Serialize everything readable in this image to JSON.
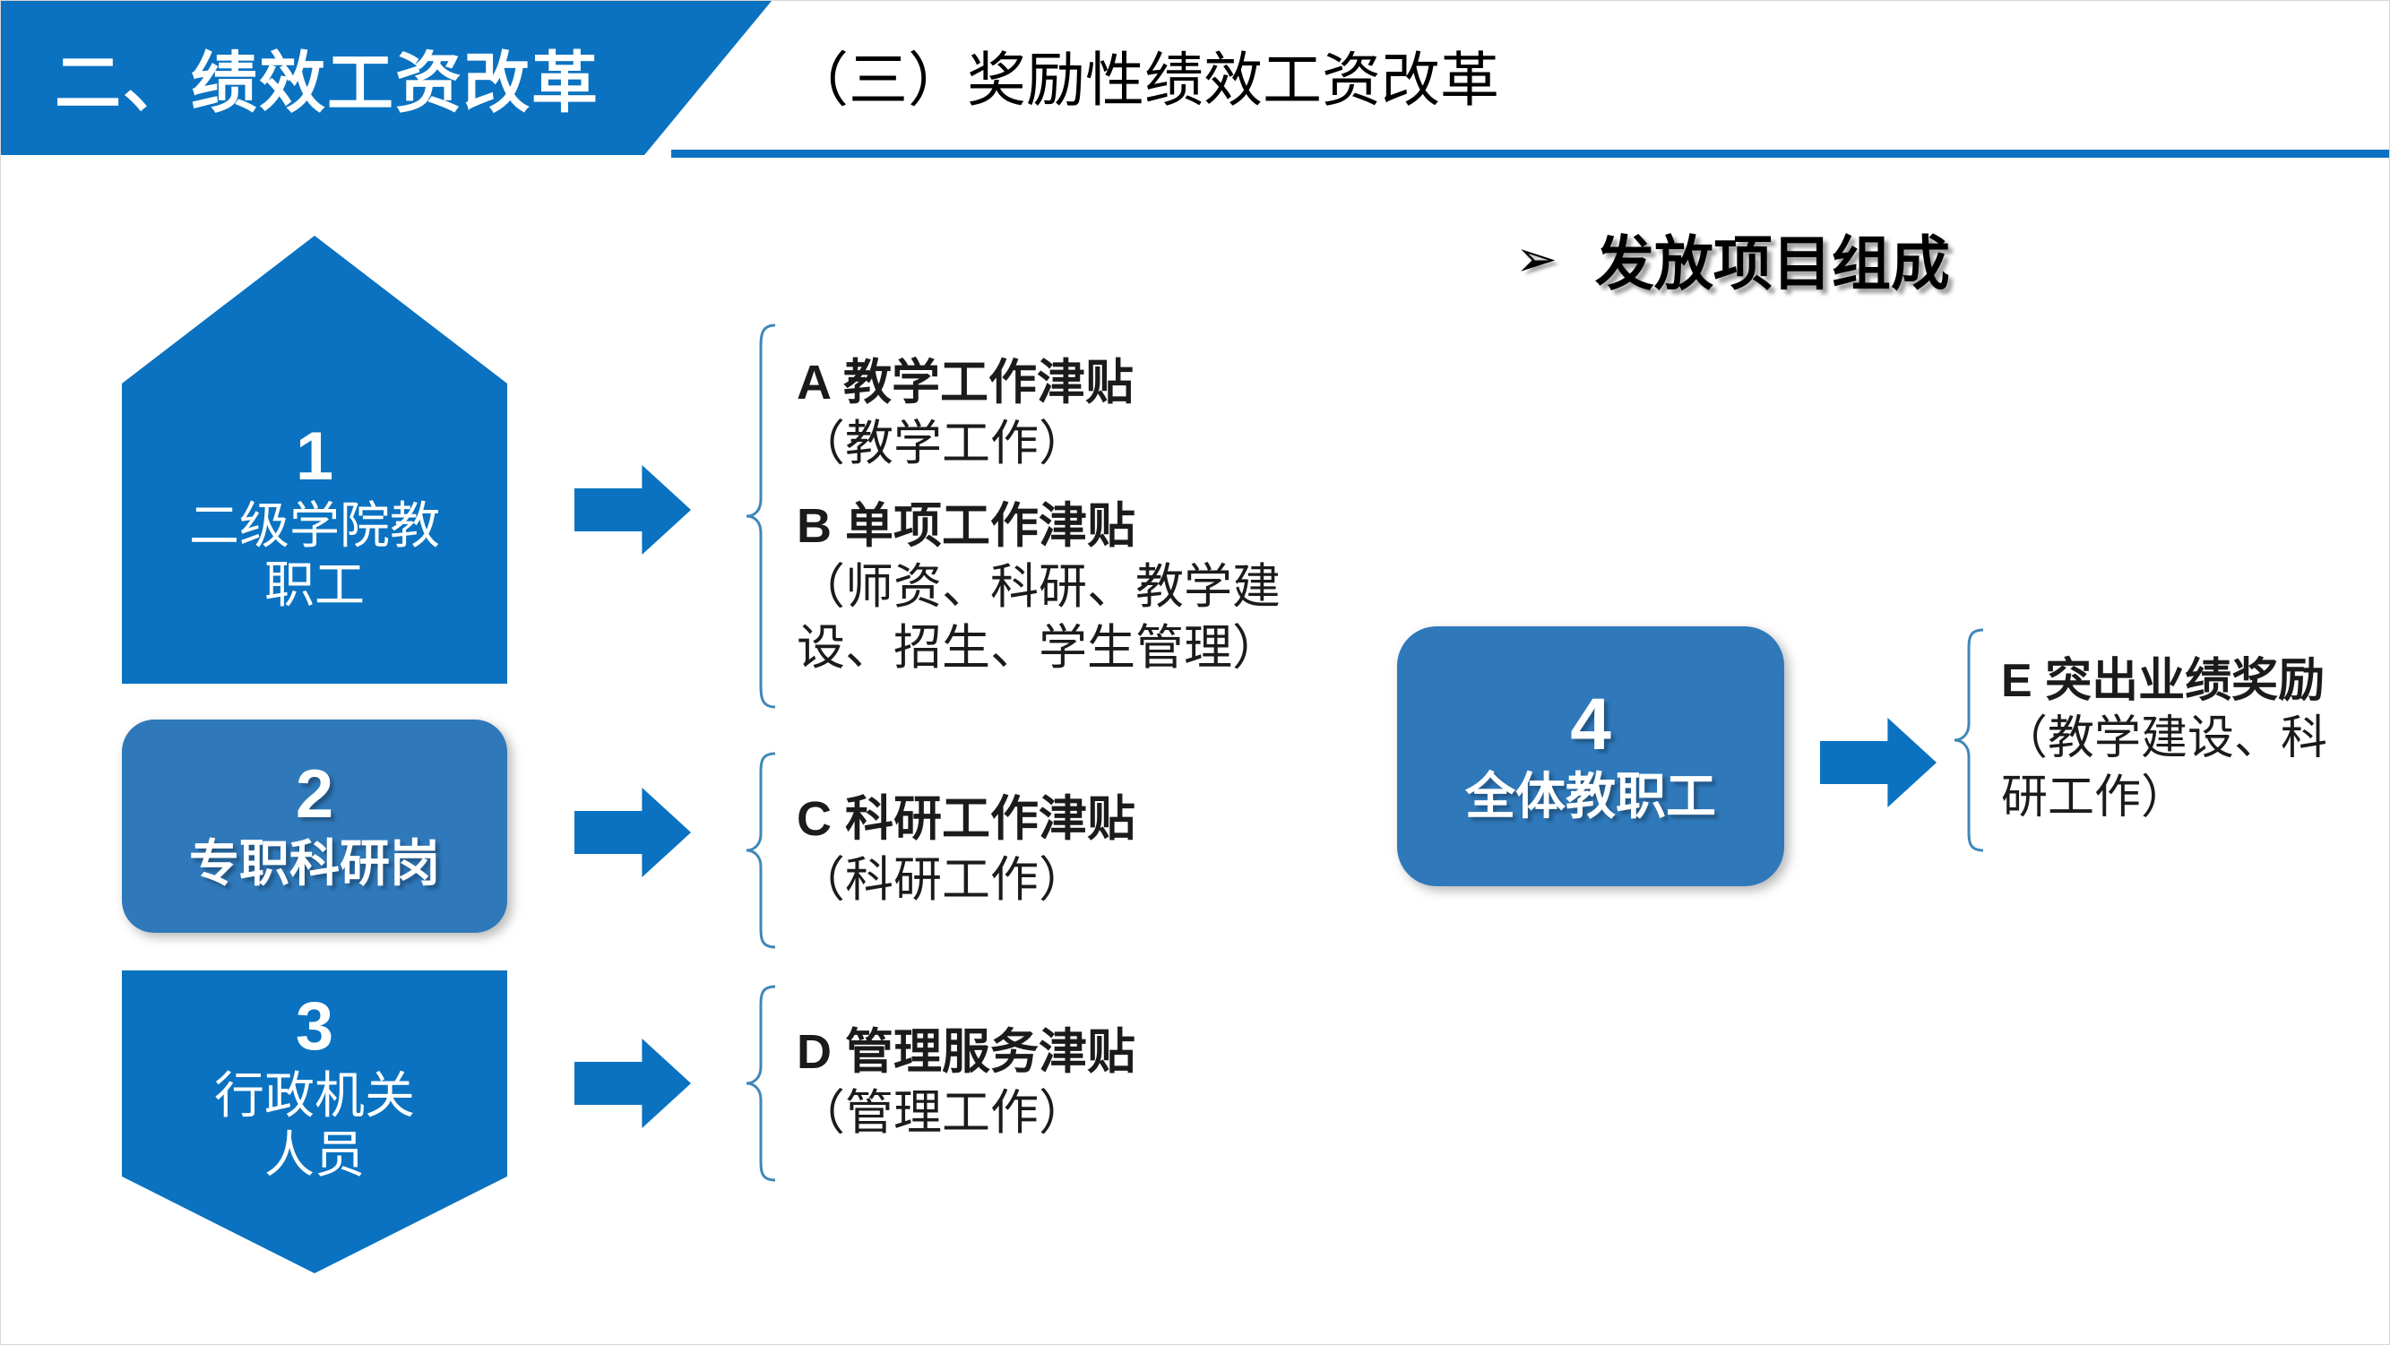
{
  "colors": {
    "brand_blue": "#0a72c0",
    "muted_blue": "#2f79bb",
    "brace_blue": "#3f87b8",
    "text_dark": "#1b1b1b",
    "white": "#ffffff"
  },
  "header": {
    "section_label": "二、绩效工资改革",
    "title": "（三）奖励性绩效工资改革"
  },
  "section_heading": {
    "bullet_glyph": "➢",
    "text": "发放项目组成"
  },
  "shapes": [
    {
      "id": "1",
      "number": "1",
      "caption": "二级学院教\n职工",
      "caption_lines": [
        "二级学院教",
        "职工"
      ],
      "style": "pentagon-up",
      "color": "#0a72c0"
    },
    {
      "id": "2",
      "number": "2",
      "caption": "专职科研岗",
      "caption_lines": [
        "专职科研岗"
      ],
      "style": "rounded-rect",
      "color": "#2f79bb"
    },
    {
      "id": "3",
      "number": "3",
      "caption": "行政机关\n人员",
      "caption_lines": [
        "行政机关",
        "人员"
      ],
      "style": "pentagon-down",
      "color": "#0a72c0"
    },
    {
      "id": "4",
      "number": "4",
      "caption": "全体教职工",
      "caption_lines": [
        "全体教职工"
      ],
      "style": "rounded-rect",
      "color": "#2f79bb"
    }
  ],
  "groups": {
    "ab": {
      "items": [
        {
          "title": "A  教学工作津贴",
          "sub_lines": [
            "（教学工作）"
          ]
        },
        {
          "title": "B  单项工作津贴",
          "sub_lines": [
            "（师资、科研、教学建",
            "设、招生、学生管理）"
          ]
        }
      ]
    },
    "c": {
      "items": [
        {
          "title": "C  科研工作津贴",
          "sub_lines": [
            "（科研工作）"
          ]
        }
      ]
    },
    "d": {
      "items": [
        {
          "title": "D 管理服务津贴",
          "sub_lines": [
            "（管理工作）"
          ]
        }
      ]
    },
    "e": {
      "items": [
        {
          "title": "E 突出业绩奖励",
          "sub_lines": [
            "（教学建设、科",
            "研工作）"
          ]
        }
      ]
    }
  },
  "arrows": [
    {
      "id": "arrow-1",
      "direction": "right",
      "from": "shape-1",
      "to": "group-ab"
    },
    {
      "id": "arrow-2",
      "direction": "right",
      "from": "shape-2",
      "to": "group-c"
    },
    {
      "id": "arrow-3",
      "direction": "right",
      "from": "shape-3",
      "to": "group-d"
    },
    {
      "id": "arrow-4",
      "direction": "right",
      "from": "shape-4",
      "to": "group-e"
    }
  ]
}
